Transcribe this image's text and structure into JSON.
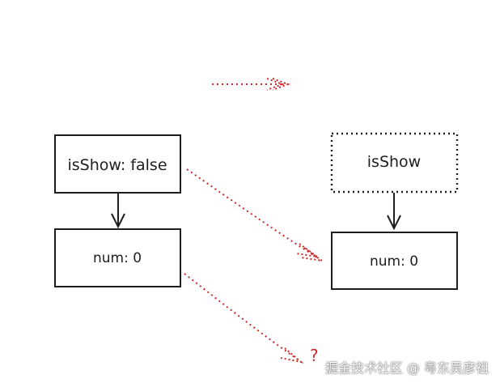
{
  "colors": {
    "stroke": "#1e1e1e",
    "dashed_arrow": "#c92a2a",
    "background": "#ffffff"
  },
  "left_tree": {
    "parent_label": "isShow: false",
    "child_label": "num: 0"
  },
  "right_tree": {
    "parent_label": "isShow",
    "child_label": "num: 0"
  },
  "question_mark": "?",
  "watermark": "掘金技术社区 @ 粤东吴彦祖"
}
